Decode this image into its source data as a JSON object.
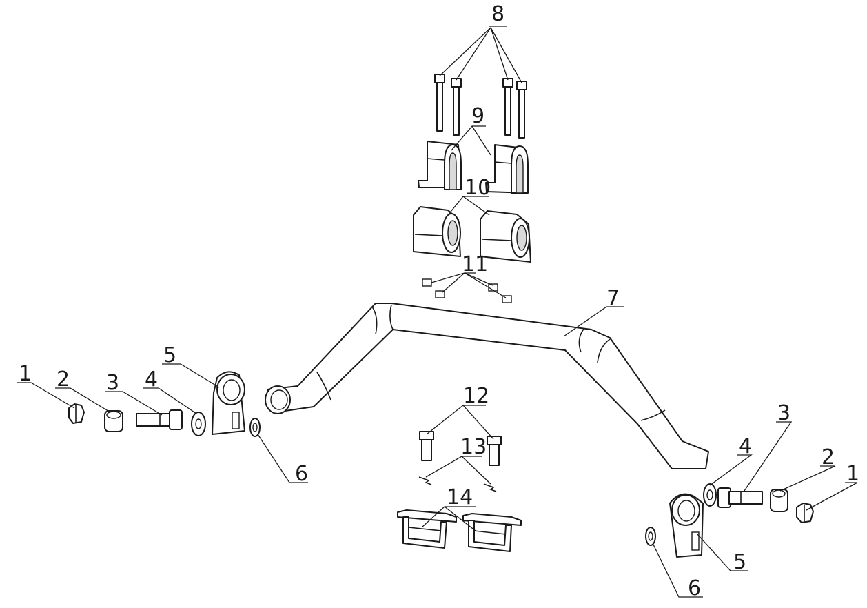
{
  "callouts": {
    "c1_left": "1",
    "c2_left": "2",
    "c3_left": "3",
    "c4_left": "4",
    "c5_left": "5",
    "c6_left": "6",
    "c7": "7",
    "c8": "8",
    "c9": "9",
    "c10": "10",
    "c11": "11",
    "c12": "12",
    "c13": "13",
    "c14": "14",
    "c1_right": "1",
    "c2_right": "2",
    "c3_right": "3",
    "c4_right": "4",
    "c5_right": "5",
    "c6_right": "6"
  },
  "colors": {
    "ink": "#1a1a1a",
    "background": "#ffffff"
  }
}
